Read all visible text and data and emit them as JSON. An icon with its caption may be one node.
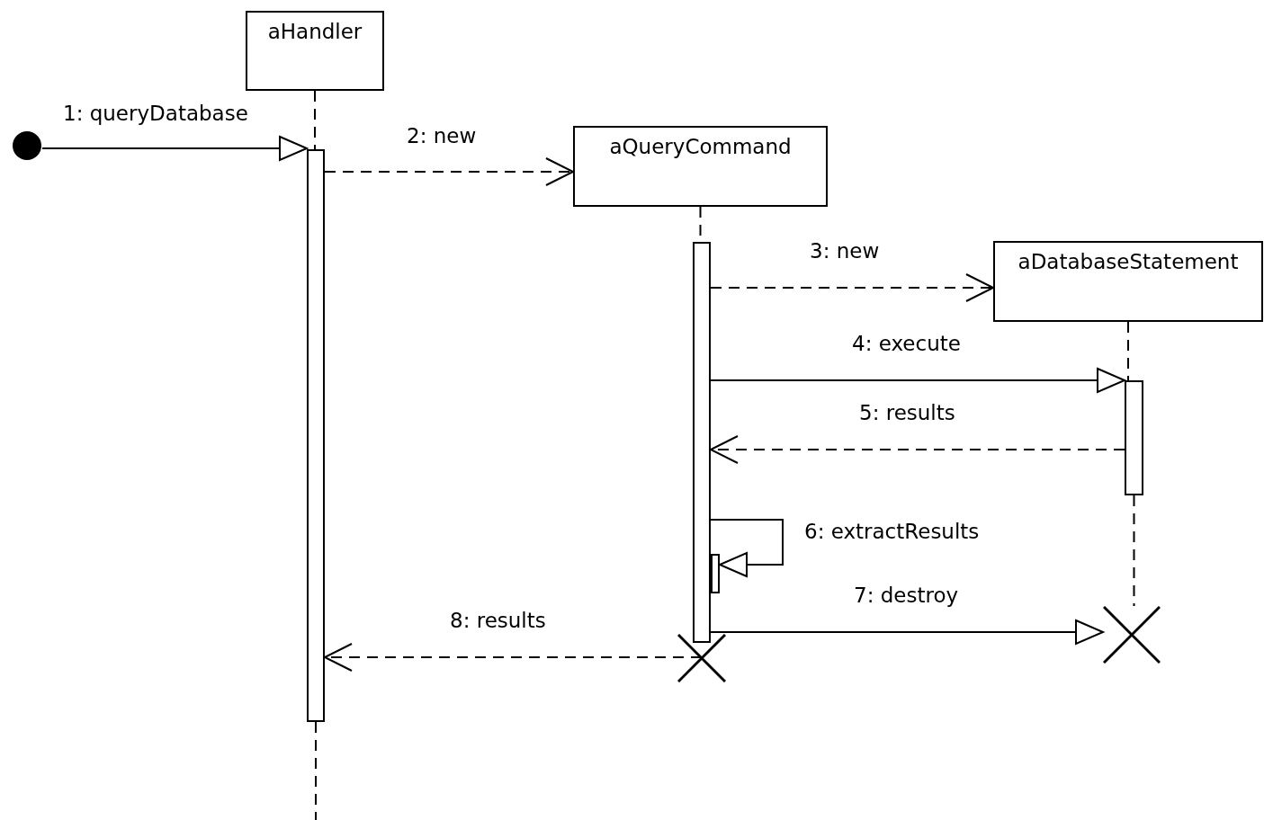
{
  "diagram": {
    "nodes": [
      {
        "text": [
          "aHandler"
        ]
      },
      {
        "text": [],
        "shape": "circle"
      },
      {
        "text": [],
        "shape": "bar"
      },
      {
        "text": [
          "aQueryCommand"
        ]
      },
      {
        "text": [],
        "shape": "bar"
      },
      {
        "text": [
          "aDatabaseStatement"
        ]
      },
      {
        "text": [],
        "shape": "bar"
      },
      {
        "text": [],
        "shape": "bar"
      },
      {
        "text": [],
        "shape": "cross"
      },
      {
        "text": [],
        "shape": "cross"
      }
    ],
    "edges": [
      {
        "from": 1,
        "to": 2,
        "arrow": "to",
        "label": "1: queryDatabase"
      },
      {
        "from": 2,
        "to": 3,
        "arrow": "to",
        "label": "2: new",
        "style": "dashed"
      },
      {
        "from": 4,
        "to": 5,
        "arrow": "to",
        "label": "3: new",
        "style": "dashed"
      },
      {
        "from": 4,
        "to": 6,
        "arrow": "to",
        "label": "4: execute"
      },
      {
        "from": 6,
        "to": 4,
        "arrow": "to",
        "label": "5: results",
        "style": "dashed"
      },
      {
        "from": 4,
        "to": 7,
        "arrow": "to",
        "label": "6: extractResults"
      },
      {
        "from": 4,
        "to": 9,
        "arrow": "to",
        "label": "7: destroy"
      },
      {
        "from": 8,
        "to": 2,
        "arrow": "to",
        "label": "8: results",
        "style": "dashed"
      },
      {
        "from": 0,
        "to": 2,
        "arrow": "none",
        "style": "dashed"
      },
      {
        "from": 2,
        "to": null,
        "arrow": "none",
        "style": "dashed"
      },
      {
        "from": 3,
        "to": 4,
        "arrow": "none",
        "style": "dashed"
      },
      {
        "from": 5,
        "to": 6,
        "arrow": "none",
        "style": "dashed"
      },
      {
        "from": 6,
        "to": 9,
        "arrow": "none",
        "style": "dashed"
      }
    ]
  }
}
